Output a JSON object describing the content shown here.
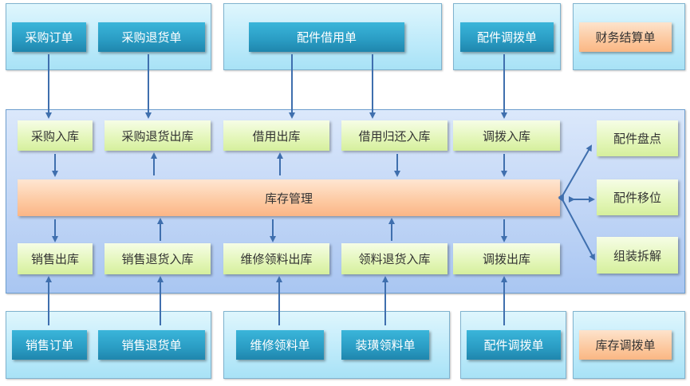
{
  "top_documents": {
    "purchase_order": "采购订单",
    "purchase_return_order": "采购退货单",
    "parts_borrow_order": "配件借用单",
    "parts_transfer_order": "配件调拨单",
    "finance_settlement_order": "财务结算单"
  },
  "inventory": {
    "core": "库存管理",
    "top_ops": {
      "purchase_in": "采购入库",
      "purchase_return_out": "采购退货出库",
      "borrow_out": "借用出库",
      "borrow_return_in": "借用归还入库",
      "transfer_in": "调拨入库"
    },
    "bottom_ops": {
      "sales_out": "销售出库",
      "sales_return_in": "销售退货入库",
      "repair_material_out": "维修领料出库",
      "material_return_in": "领料退货入库",
      "transfer_out": "调拨出库"
    },
    "side_ops": {
      "parts_stocktake": "配件盘点",
      "parts_relocation": "配件移位",
      "assembly_disassembly": "组装拆解"
    }
  },
  "bottom_documents": {
    "sales_order": "销售订单",
    "sales_return_order": "销售退货单",
    "repair_material_order": "维修领料单",
    "decoration_material_order": "装璜领料单",
    "parts_transfer_order": "配件调拨单",
    "stock_transfer_order": "库存调拨单"
  },
  "colors": {
    "document_blue": "#2a9cc3",
    "document_orange": "#fcc89e",
    "operation_green": "#e3f6b8",
    "core_orange": "#fdc9a1",
    "arrow": "#3f6fae"
  }
}
